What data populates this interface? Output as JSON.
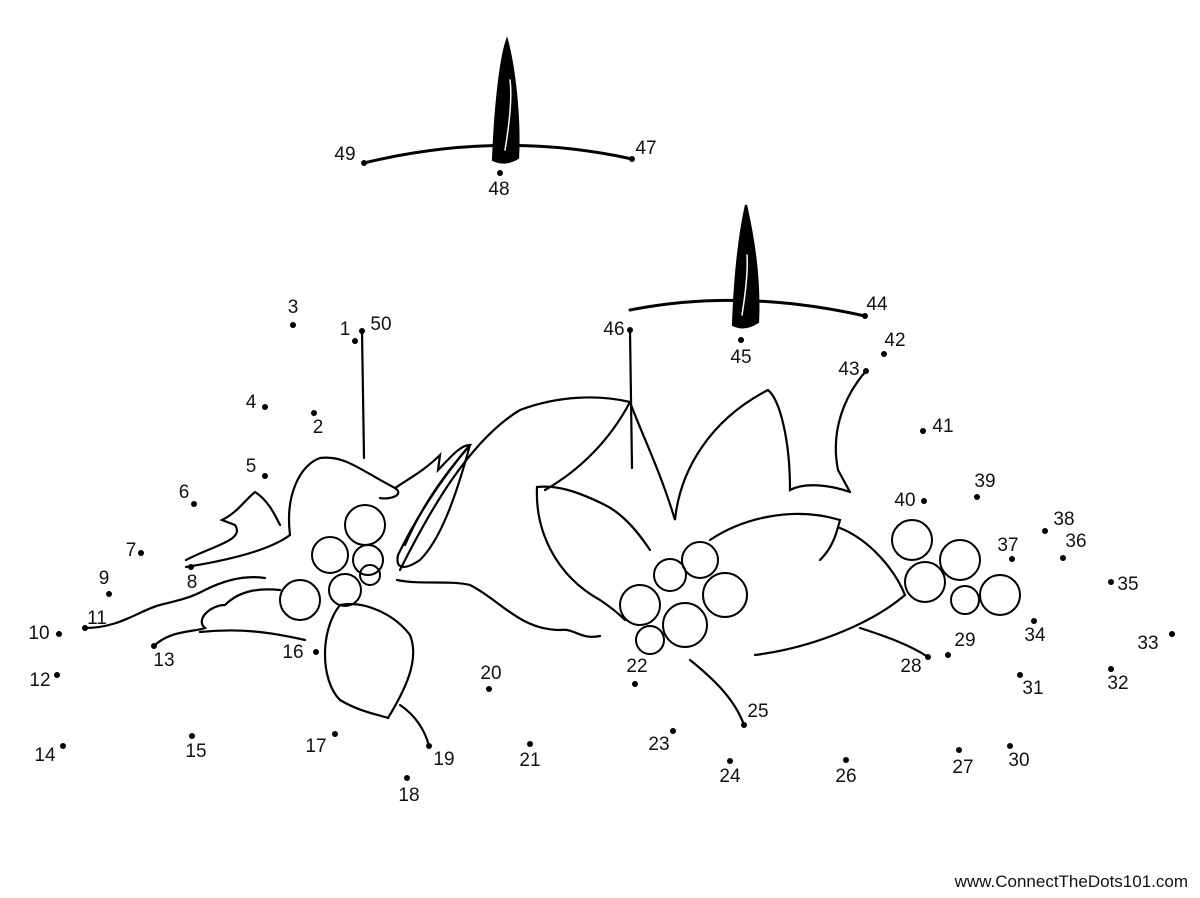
{
  "puzzle": {
    "labels": [
      "1",
      "2",
      "3",
      "4",
      "5",
      "6",
      "7",
      "8",
      "9",
      "10",
      "11",
      "12",
      "13",
      "14",
      "15",
      "16",
      "17",
      "18",
      "19",
      "20",
      "21",
      "22",
      "23",
      "24",
      "25",
      "26",
      "27",
      "28",
      "29",
      "30",
      "31",
      "32",
      "33",
      "34",
      "35",
      "36",
      "37",
      "38",
      "39",
      "40",
      "41",
      "42",
      "43",
      "44",
      "45",
      "46",
      "47",
      "48",
      "49",
      "50"
    ],
    "line_color": "#000000"
  },
  "footer": {
    "text": "www.ConnectTheDots101.com"
  }
}
